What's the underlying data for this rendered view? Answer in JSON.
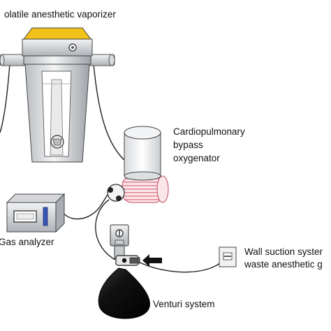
{
  "labels": {
    "vaporizer": "olatile anesthetic vaporizer",
    "oxygenator": [
      "Cardiopulmonary",
      "bypass",
      "oxygenator"
    ],
    "gas_analyzer": "Gas analyzer",
    "wall_suction": [
      "Wall suction syster",
      "waste anesthetic g"
    ],
    "venturi": "Venturi system"
  },
  "colors": {
    "vaporizer_top": "#f2c21b",
    "oxygenator_base_stripes": "#e58a96",
    "analyzer_indicator": "#3a56b5",
    "bag": "#111111",
    "line": "#222222"
  }
}
